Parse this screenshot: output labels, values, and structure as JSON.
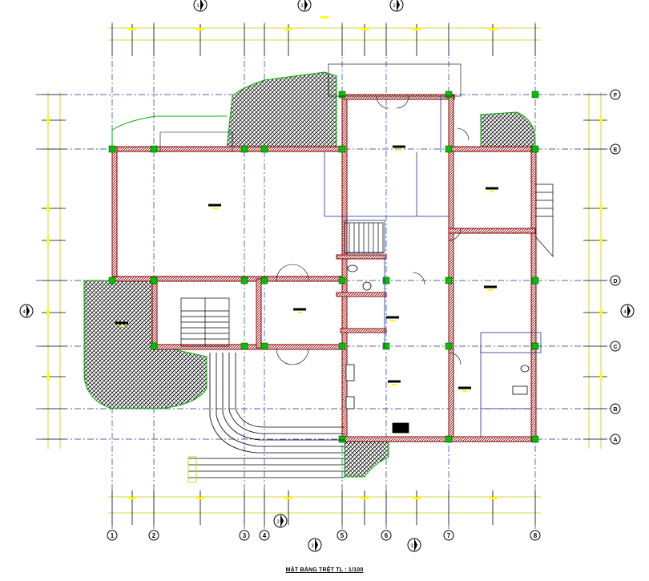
{
  "drawing": {
    "title": "MẶT BẰNG TRỆT  TL : 1/100"
  },
  "grid_axes": {
    "columns": [
      "1",
      "2",
      "3",
      "4",
      "5",
      "6",
      "7",
      "8"
    ],
    "rows": [
      "F",
      "E",
      "D",
      "C",
      "B",
      "A"
    ]
  },
  "section_markers": [
    "1",
    "1",
    "2",
    "2",
    "3",
    "3",
    "4",
    "4"
  ],
  "colors": {
    "wall": "#8b0000",
    "column": "#00c000",
    "dimension": "#ffff00",
    "grid_line": "#1f2f8f",
    "hatch": "#000000",
    "landscape_outline": "#00b000",
    "background": "#ffffff"
  }
}
